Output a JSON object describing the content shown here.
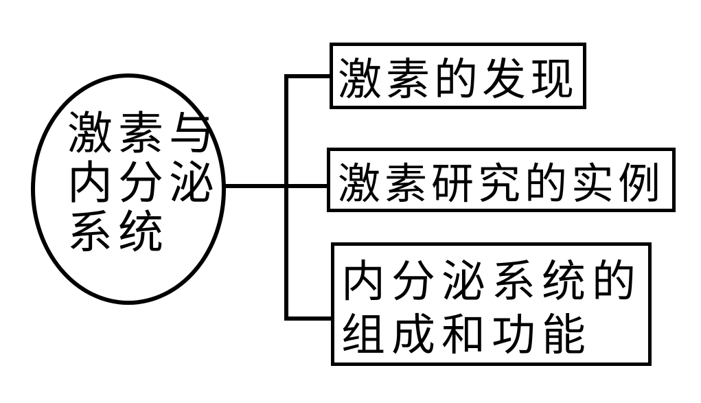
{
  "diagram": {
    "type": "concept-map",
    "colors": {
      "background": "#ffffff",
      "stroke": "#000000",
      "text": "#000000"
    },
    "root": {
      "label": "激素与内分泌系统",
      "lines": [
        "激素与",
        "内分泌",
        "系统"
      ]
    },
    "branches": [
      {
        "label": "激素的发现",
        "lines": [
          "激素的发现"
        ]
      },
      {
        "label": "激素研究的实例",
        "lines": [
          "激素研究的实例"
        ]
      },
      {
        "label": "内分泌系统的组成和功能",
        "lines": [
          "内分泌系统的",
          "组成和功能"
        ]
      }
    ]
  }
}
